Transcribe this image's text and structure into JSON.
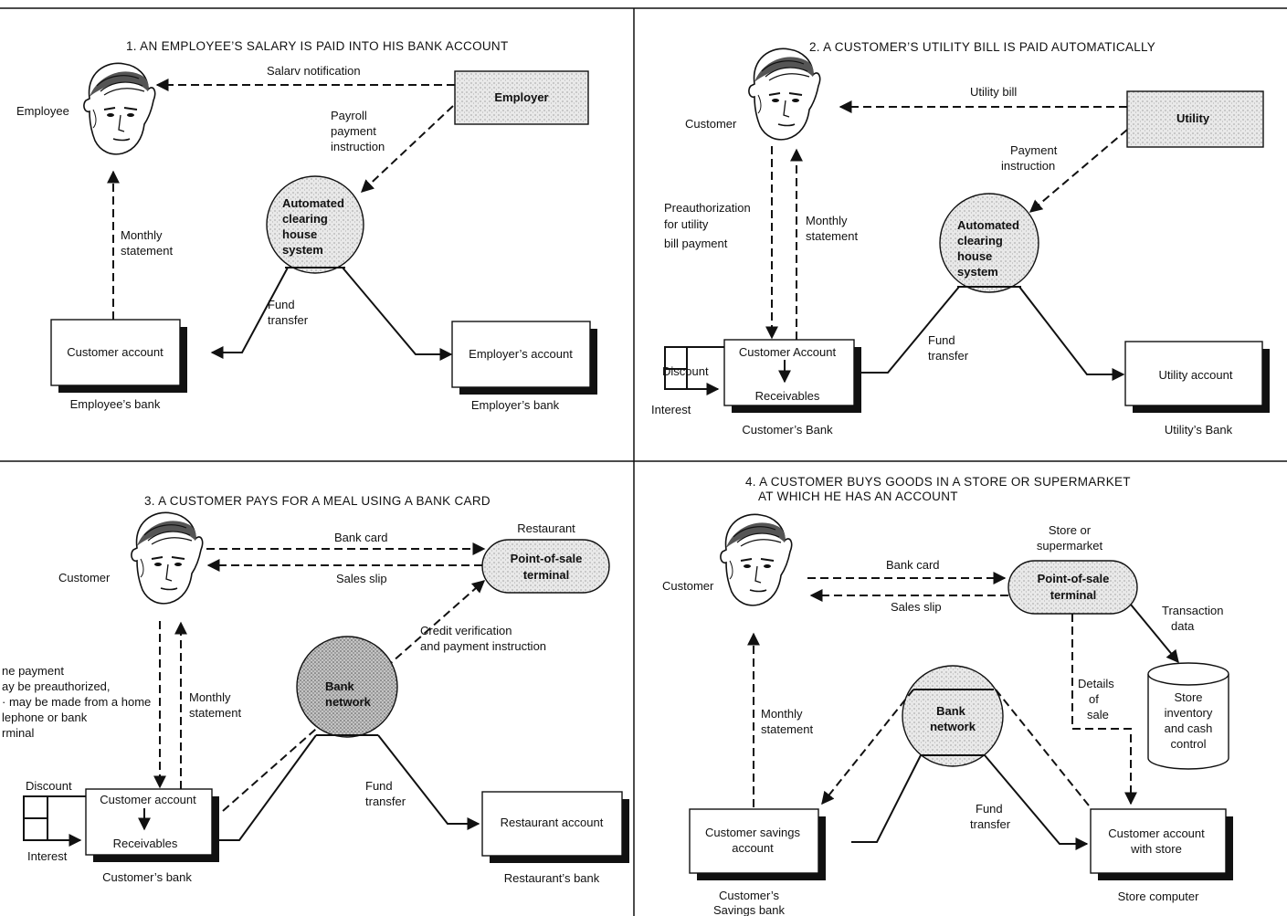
{
  "panels": {
    "p1": {
      "title": "1. AN EMPLOYEE’S SALARY IS PAID INTO HIS BANK ACCOUNT",
      "person_label": "Employee",
      "employer": "Employer",
      "salary_notification": "Salarv notification",
      "payroll": [
        "Payroll",
        "payment",
        "instruction"
      ],
      "ach": [
        "Automated",
        "clearing",
        "house",
        "system"
      ],
      "monthly": [
        "Monthly",
        "statement"
      ],
      "fund": [
        "Fund",
        "transfer"
      ],
      "customer_account": "Customer account",
      "employers_account": "Employer’s account",
      "employees_bank": "Employee’s bank",
      "employers_bank": "Employer’s bank"
    },
    "p2": {
      "title": "2. A CUSTOMER’S UTILITY BILL IS PAID AUTOMATICALLY",
      "person_label": "Customer",
      "utility": "Utility",
      "utility_bill": "Utility bill",
      "payment_instruction": [
        "Payment",
        "instruction"
      ],
      "preauth": [
        "Preauthorization",
        "for utility",
        "bill payment"
      ],
      "monthly": [
        "Monthly",
        "statement"
      ],
      "ach": [
        "Automated",
        "clearing",
        "house",
        "system"
      ],
      "fund": [
        "Fund",
        "transfer"
      ],
      "customer_account": "Customer Account",
      "receivables": "Receivables",
      "discount": "Discount",
      "interest": "Interest",
      "utility_account": "Utility account",
      "customers_bank": "Customer’s Bank",
      "utilitys_bank": "Utility’s Bank"
    },
    "p3": {
      "title": "3. A CUSTOMER PAYS FOR A MEAL USING A BANK CARD",
      "person_label": "Customer",
      "restaurant": "Restaurant",
      "pos": [
        "Point-of-sale",
        "terminal"
      ],
      "bank_card": "Bank card",
      "sales_slip": "Sales slip",
      "credit": [
        "Credit verification",
        "and payment instruction"
      ],
      "side_note": [
        "ne payment",
        "ay be preauthorized,",
        "· may be made from a home",
        "lephone or bank",
        "rminal"
      ],
      "monthly": [
        "Monthly",
        "statement"
      ],
      "bank_network": [
        "Bank",
        "network"
      ],
      "fund": [
        "Fund",
        "transfer"
      ],
      "discount": "Discount",
      "interest": "Interest",
      "customer_account": "Customer account",
      "receivables": "Receivables",
      "restaurant_account": "Restaurant account",
      "customers_bank": "Customer’s bank",
      "restaurants_bank": "Restaurant’s bank"
    },
    "p4": {
      "title": [
        "4. A CUSTOMER BUYS GOODS IN A STORE OR SUPERMARKET",
        "AT WHICH HE HAS AN ACCOUNT"
      ],
      "person_label": "Customer",
      "store": [
        "Store or",
        "supermarket"
      ],
      "pos": [
        "Point-of-sale",
        "terminal"
      ],
      "bank_card": "Bank card",
      "sales_slip": "Sales slip",
      "transaction": [
        "Transaction",
        "data"
      ],
      "details": [
        "Details",
        "of",
        "sale"
      ],
      "store_inventory": [
        "Store",
        "inventory",
        "and cash",
        "control"
      ],
      "monthly": [
        "Monthly",
        "statement"
      ],
      "bank_network": [
        "Bank",
        "network"
      ],
      "fund": [
        "Fund",
        "transfer"
      ],
      "savings_account": [
        "Customer savings",
        "account"
      ],
      "store_account": [
        "Customer account",
        "with store"
      ],
      "savings_bank": [
        "Customer’s",
        "Savings bank"
      ],
      "store_computer": "Store computer"
    }
  }
}
